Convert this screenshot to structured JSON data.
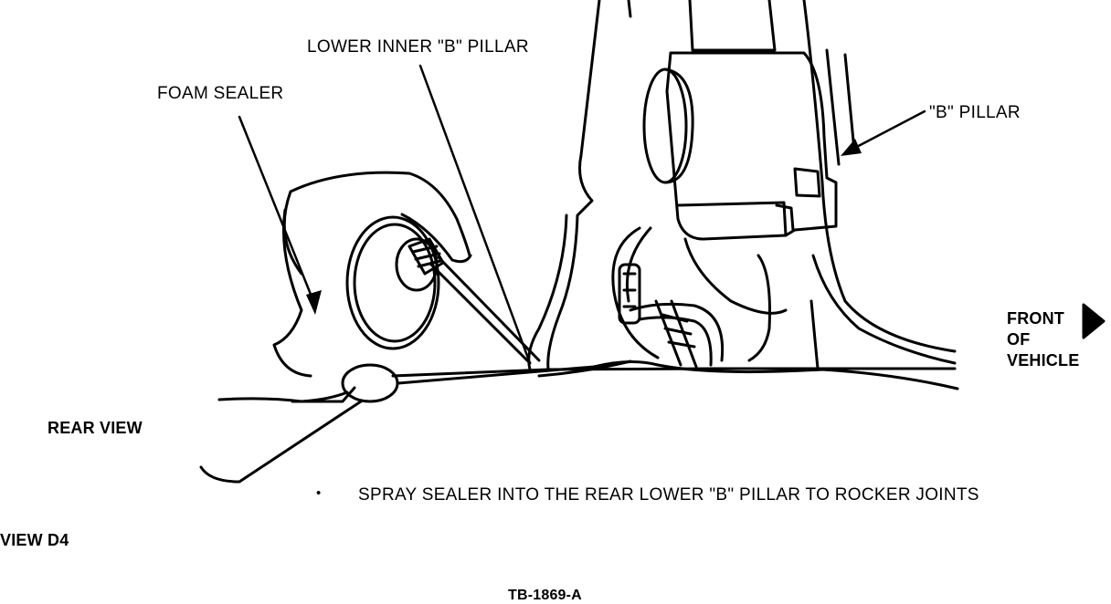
{
  "labels": {
    "lower_inner_b_pillar": "LOWER INNER \"B\" PILLAR",
    "foam_sealer": "FOAM SEALER",
    "b_pillar": "\"B\" PILLAR",
    "front_of_vehicle": [
      "FRONT",
      "OF",
      "VEHICLE"
    ],
    "rear_view": "REAR VIEW",
    "bullet": "•",
    "instruction": "SPRAY SEALER INTO THE REAR LOWER \"B\" PILLAR TO ROCKER JOINTS",
    "view_id": "VIEW D4",
    "figure_id": "TB-1869-A"
  },
  "icons": [
    "front-direction-arrow-icon"
  ],
  "colors": {
    "ink": "#000000",
    "paper": "#ffffff"
  }
}
